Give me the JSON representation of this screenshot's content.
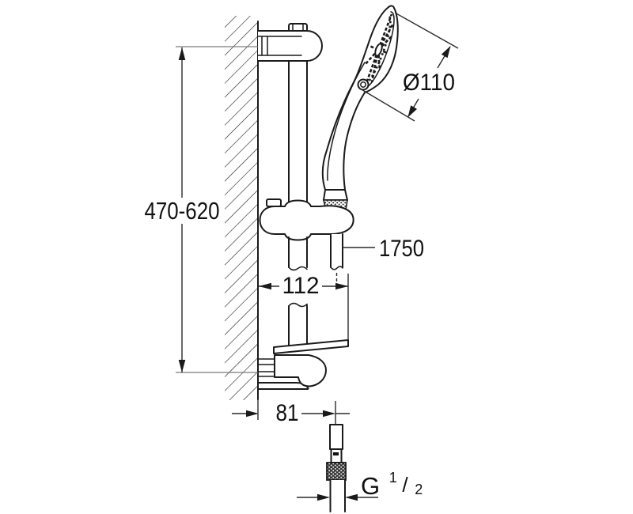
{
  "dimensions": {
    "rail_length": "470-620",
    "head_diameter": "Ø110",
    "hose_length": "1750",
    "dish_projection": "112",
    "bracket_projection": "81",
    "thread": {
      "label": "G 1/2",
      "base": "G",
      "numerator": "1",
      "slash": "/",
      "denominator": "2"
    }
  },
  "colors": {
    "background": "#ffffff",
    "line": "#1a1a1a",
    "extension_line": "#7a7a7a",
    "text": "#111111"
  }
}
